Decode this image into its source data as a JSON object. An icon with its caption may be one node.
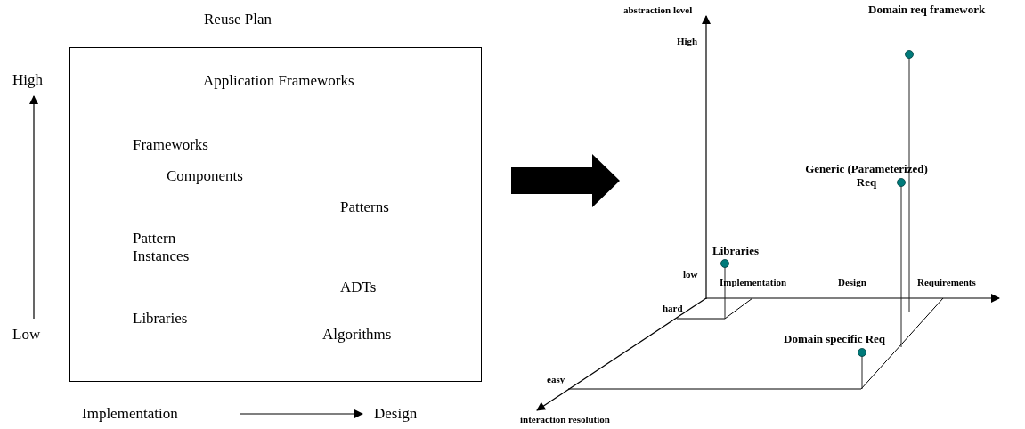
{
  "diagram": {
    "nodes": [
      {
        "text": [
          "Reuse Plan"
        ]
      }
    ],
    "labels": [
      "High",
      "Application Frameworks",
      "Frameworks",
      "Components",
      "Patterns",
      "Pattern Instances",
      "ADTs",
      "Libraries",
      "Low",
      "Algorithms",
      "Implementation",
      "Design",
      "abstraction level",
      "High",
      "Domain req framework",
      "Generic (Parameterized) Req",
      "Libraries",
      "low",
      "Implementation",
      "Design",
      "Requirements",
      "hard",
      "Domain specific Req",
      "easy",
      "interaction resolution"
    ]
  }
}
